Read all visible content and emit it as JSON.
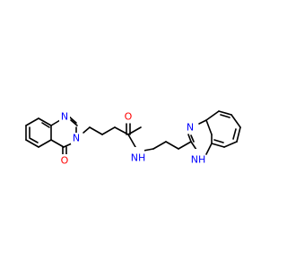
{
  "atoms": {
    "quinazoline_n1": {
      "text": "N",
      "color": "#0000ff"
    },
    "quinazoline_n3": {
      "text": "N",
      "color": "#0000ff"
    },
    "carbonyl_o_ring": {
      "text": "O",
      "color": "#ff0000"
    },
    "amide_o": {
      "text": "O",
      "color": "#ff0000"
    },
    "amide_nh": {
      "text": "NH",
      "color": "#0000ff"
    },
    "imidazole_n": {
      "text": "N",
      "color": "#0000ff"
    },
    "imidazole_nh": {
      "text": "NH",
      "color": "#0000ff"
    }
  }
}
